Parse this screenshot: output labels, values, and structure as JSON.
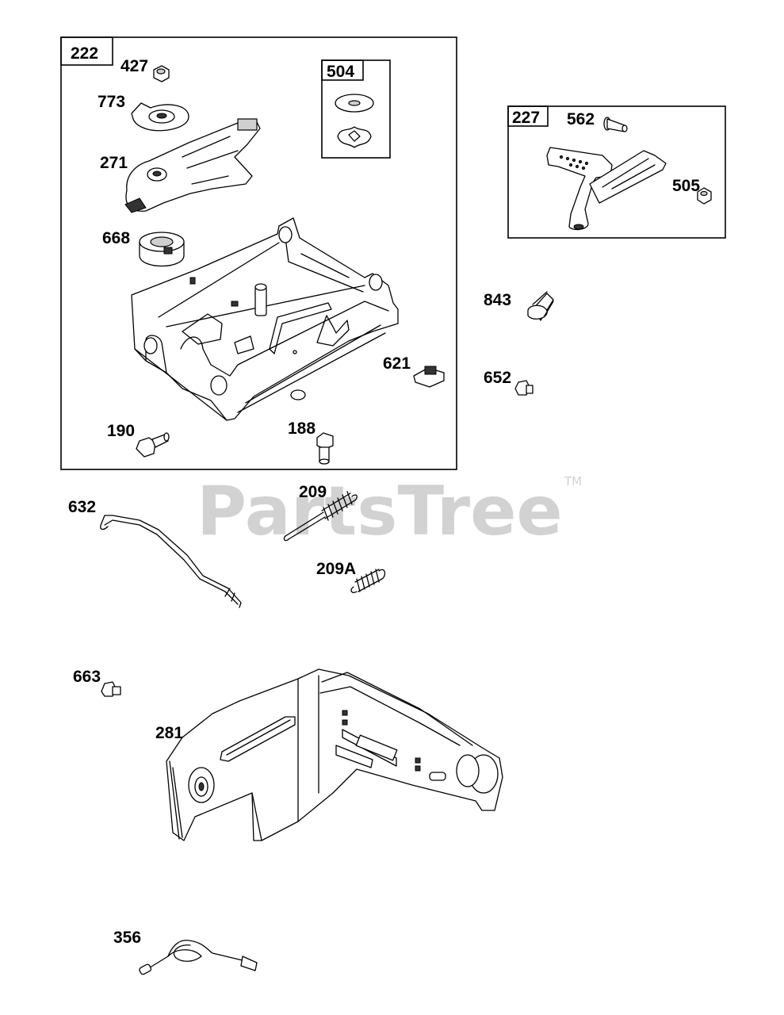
{
  "watermark": {
    "brand": "PartsTree",
    "mark": "TM"
  },
  "groups": [
    {
      "id": "group-222",
      "label": "222"
    },
    {
      "id": "group-504",
      "label": "504"
    },
    {
      "id": "group-227",
      "label": "227"
    }
  ],
  "parts": [
    {
      "id": "427",
      "label": "427"
    },
    {
      "id": "773",
      "label": "773"
    },
    {
      "id": "271",
      "label": "271"
    },
    {
      "id": "668",
      "label": "668"
    },
    {
      "id": "621",
      "label": "621"
    },
    {
      "id": "190",
      "label": "190"
    },
    {
      "id": "188",
      "label": "188"
    },
    {
      "id": "562",
      "label": "562"
    },
    {
      "id": "505",
      "label": "505"
    },
    {
      "id": "843",
      "label": "843"
    },
    {
      "id": "652",
      "label": "652"
    },
    {
      "id": "632",
      "label": "632"
    },
    {
      "id": "209",
      "label": "209"
    },
    {
      "id": "209A",
      "label": "209A"
    },
    {
      "id": "663",
      "label": "663"
    },
    {
      "id": "281",
      "label": "281"
    },
    {
      "id": "356",
      "label": "356"
    }
  ]
}
